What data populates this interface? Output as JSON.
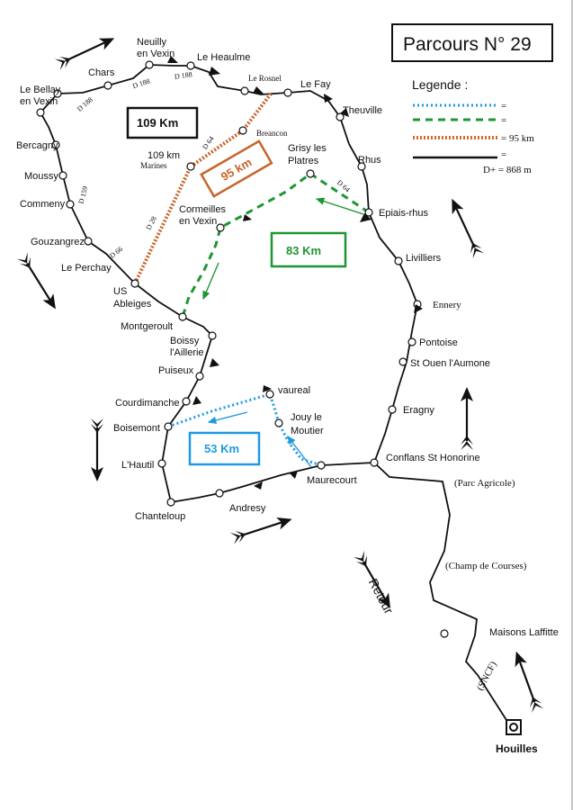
{
  "title": "Parcours N° 29",
  "legend": {
    "title": "Legende :",
    "items": [
      {
        "label": "=",
        "color": "#1e9be0",
        "style": "dotted"
      },
      {
        "label": "=",
        "color": "#1e9632",
        "style": "dashed"
      },
      {
        "label": "= 95 km",
        "color": "#d4692a",
        "style": "dotted"
      },
      {
        "label": "=",
        "color": "#111111",
        "style": "solid"
      }
    ],
    "elevation": "D+ = 868 m"
  },
  "distances": {
    "main": "109 Km",
    "orange": "95 km",
    "green": "83 Km",
    "blue": "53 Km",
    "orange_color": "#c8642a",
    "green_color": "#1e9632",
    "blue_color": "#1e9be0"
  },
  "places": {
    "neuilly_l1": "Neuilly",
    "neuilly_l2": "en Vexin",
    "le_heaulme": "Le Heaulme",
    "le_rosnel": "Le Rosnel",
    "le_fay": "Le Fay",
    "theuville": "Theuville",
    "rhus": "Rhus",
    "epiais_rhus": "Epiais-rhus",
    "livilliers": "Livilliers",
    "ennery": "Ennery",
    "pontoise": "Pontoise",
    "st_ouen": "St Ouen l'Aumone",
    "eragny": "Eragny",
    "conflans": "Conflans St Honorine",
    "parc_agricole": "(Parc Agricole)",
    "champ_courses": "(Champ de Courses)",
    "maisons_laffitte": "Maisons Laffitte",
    "sncf": "(SNCF)",
    "houilles": "Houilles",
    "maurecourt": "Maurecourt",
    "andresy": "Andresy",
    "chanteloup": "Chanteloup",
    "lhautil": "L'Hautil",
    "boisemont": "Boisemont",
    "courdimanche": "Courdimanche",
    "puiseux": "Puiseux",
    "boissy_l1": "Boissy",
    "boissy_l2": "l'Aillerie",
    "montgeroult": "Montgeroult",
    "us_l1": "US",
    "us_l2": "Ableiges",
    "le_perchay": "Le Perchay",
    "gouzangrez": "Gouzangrez",
    "commeny": "Commeny",
    "moussy": "Moussy",
    "bercagny": "Bercagny",
    "le_bellay_l1": "Le Bellay",
    "le_bellay_l2": "en Vexin",
    "chars": "Chars",
    "marines_km": "109 km",
    "marines": "Marines",
    "breancon": "Breancon",
    "grisy_l1": "Grisy les",
    "grisy_l2": "Platres",
    "cormeilles_l1": "Cormeilles",
    "cormeilles_l2": "en Vexin",
    "vaureal": "vaureal",
    "jouy_l1": "Jouy le",
    "jouy_l2": "Moutier",
    "retour": "Retour"
  },
  "roads": {
    "d188_a": "D 188",
    "d188_b": "D 188",
    "d188_c": "D 188",
    "d159": "D 159",
    "d66": "D 66",
    "d28": "D 28",
    "d64_a": "D 64",
    "d64_b": "D 64"
  },
  "icons": [
    "direction-arrow-icon",
    "node-circle-icon",
    "start-square-icon",
    "turn-flag-icon"
  ]
}
